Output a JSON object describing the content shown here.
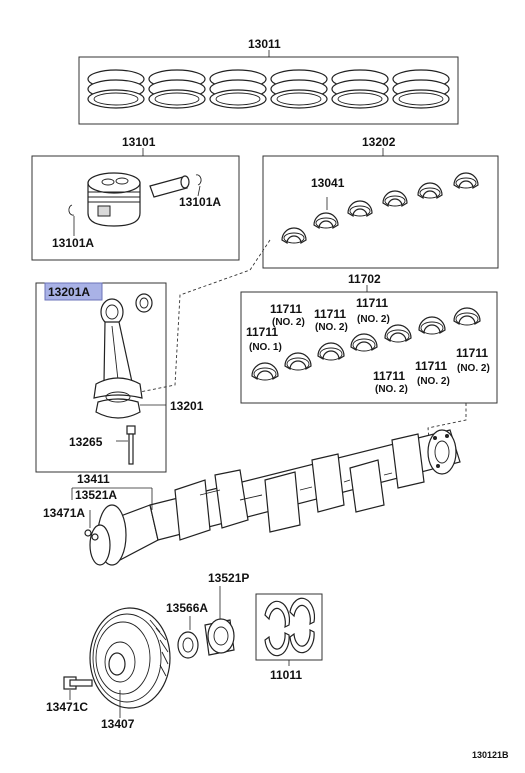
{
  "diagram": {
    "catalog_code": "130121B",
    "highlight_color": "#a9b2e6",
    "callouts": {
      "piston_rings": "13011",
      "piston_sub": "13101",
      "pin_clip_left": "13101A",
      "pin_clip_right": "13101A",
      "conrod_bearing_set": "13202",
      "conrod_bearing": "13041",
      "conrod_sub_assy": "13201A",
      "conrod_assy": "13201",
      "conrod_bolt": "13265",
      "main_bearing_set": "11702",
      "main_bearing_a": "11711",
      "main_bearing_a_no": "(NO. 1)",
      "main_bearing_b": "11711",
      "main_bearing_b_no": "(NO. 2)",
      "main_bearing_c": "11711",
      "main_bearing_c_no": "(NO. 2)",
      "main_bearing_d": "11711",
      "main_bearing_d_no": "(NO. 2)",
      "main_bearing_e": "11711",
      "main_bearing_e_no": "(NO. 2)",
      "main_bearing_f": "11711",
      "main_bearing_f_no": "(NO. 2)",
      "crank_pin_group": "13411",
      "crank_key_group": "13521A",
      "crank_pin": "13471A",
      "timing_gear": "13521P",
      "crank_key": "13566A",
      "thrust_washer_set": "11011",
      "pulley_bolt": "13471C",
      "damper_pulley": "13407"
    }
  }
}
